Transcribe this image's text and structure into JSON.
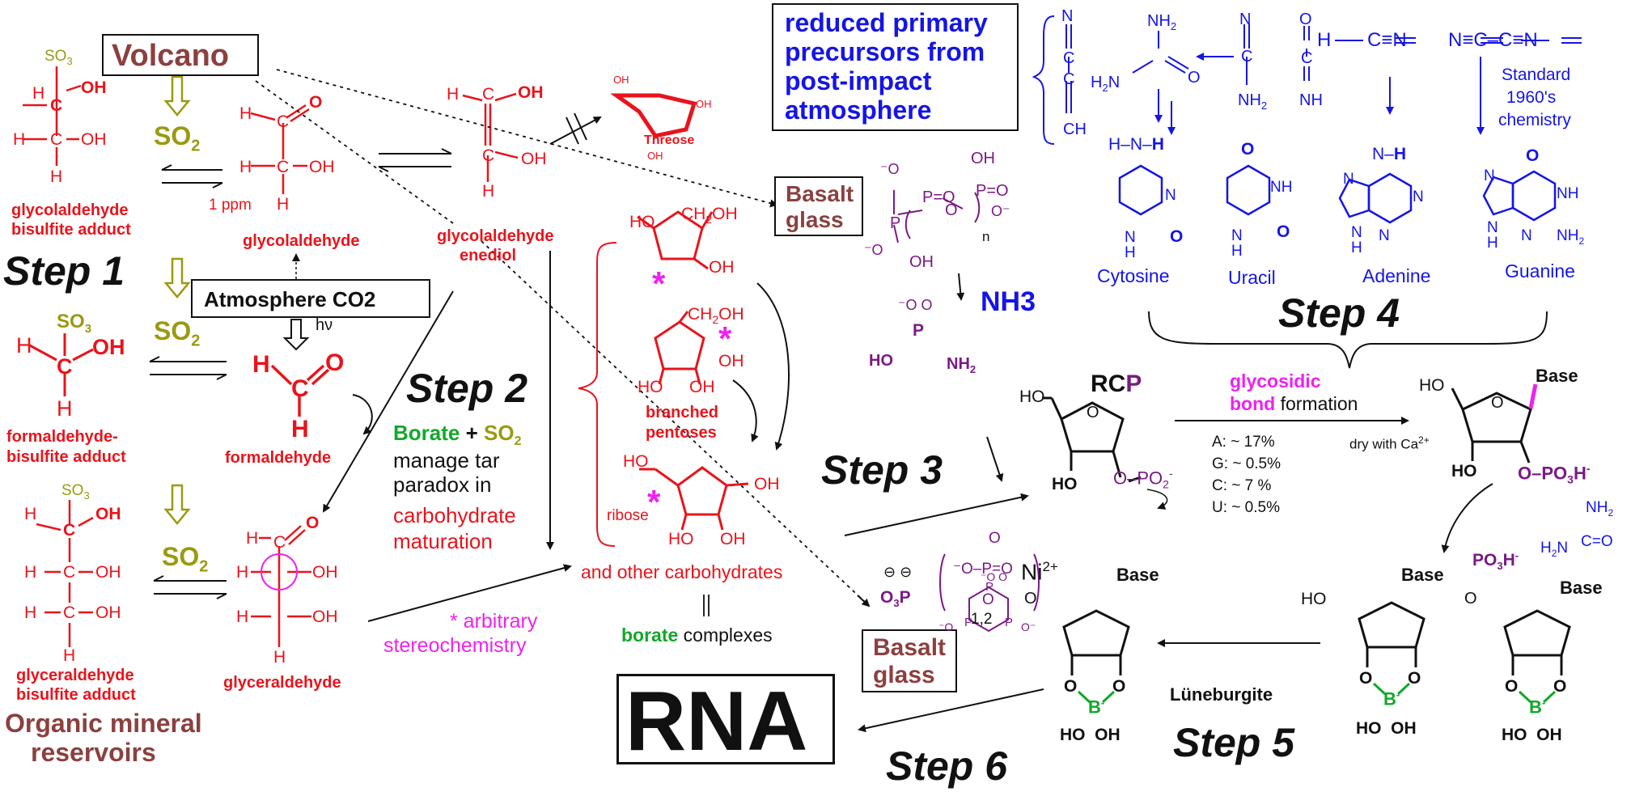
{
  "colors": {
    "red": "#e8141c",
    "blue": "#1515e6",
    "purple": "#7a1a86",
    "olive": "#9a9a12",
    "green": "#12a82a",
    "magenta": "#ee22ee",
    "brown": "#8b4040",
    "black": "#111111"
  },
  "labels": {
    "volcano": "Volcano",
    "so2": "SO2",
    "so2_sub": "2",
    "glycolaldehyde_bisulfite_l1": "glycolaldehyde",
    "glycolaldehyde_bisulfite_l2": "bisulfite adduct",
    "one_ppm": "1 ppm",
    "glycolaldehyde": "glycolaldehyde",
    "glycolaldehyde_enediol_l1": "glycolaldehyde",
    "glycolaldehyde_enediol_l2": "enediol",
    "threose": "Threose",
    "step1": "Step 1",
    "atmosphere_co2": "Atmosphere CO2",
    "hv": "hν",
    "formaldehyde_bisulfite_l1": "formaldehyde-",
    "formaldehyde_bisulfite_l2": "bisulfite adduct",
    "formaldehyde": "formaldehyde",
    "glyceraldehyde_bisulfite_l1": "glyceraldehyde",
    "glyceraldehyde_bisulfite_l2": "bisulfite adduct",
    "glyceraldehyde": "glyceraldehyde",
    "organic_mineral_l1": "Organic mineral",
    "organic_mineral_l2": "reservoirs",
    "step2": "Step 2",
    "borate": "Borate",
    "plus": " + ",
    "manage_tar": "manage tar",
    "paradox_in": "paradox in",
    "carbohydrate": "carbohydrate",
    "maturation": "maturation",
    "arbitrary_l1": "* arbitrary",
    "arbitrary_l2": "stereochemistry",
    "branched_l1": "branched",
    "branched_l2": "pentoses",
    "ribose": "ribose",
    "other_carbohydrates": "and other carbohydrates",
    "borate_word": "borate",
    "complexes": " complexes",
    "rna": "RNA",
    "basalt_l1": "Basalt",
    "basalt_l2": "glass",
    "nh3": "NH3",
    "step3": "Step 3",
    "rcp_rc": "RC",
    "rcp_p": "P",
    "glycosidic_l1": "glycosidic",
    "glycosidic_bond": "bond",
    "formation": " formation",
    "dry_with": "dry with Ca",
    "yield_a": "A: ~ 17%",
    "yield_g": "G: ~ 0.5%",
    "yield_c": "C: ~ 7 %",
    "yield_u": "U: ~ 0.5%",
    "base": "Base",
    "step4": "Step 4",
    "precursors_l1": "reduced primary",
    "precursors_l2": "precursors from",
    "precursors_l3": "post-impact",
    "precursors_l4": "atmosphere",
    "standard_l1": "Standard",
    "standard_l2": "1960's",
    "standard_l3": "chemistry",
    "cytosine": "Cytosine",
    "uracil": "Uracil",
    "adenine": "Adenine",
    "guanine": "Guanine",
    "ni2": "Ni",
    "luneburgite": "Lüneburgite",
    "step5": "Step 5",
    "step6": "Step 6",
    "one_two": "1,2",
    "n_sub": "n"
  }
}
